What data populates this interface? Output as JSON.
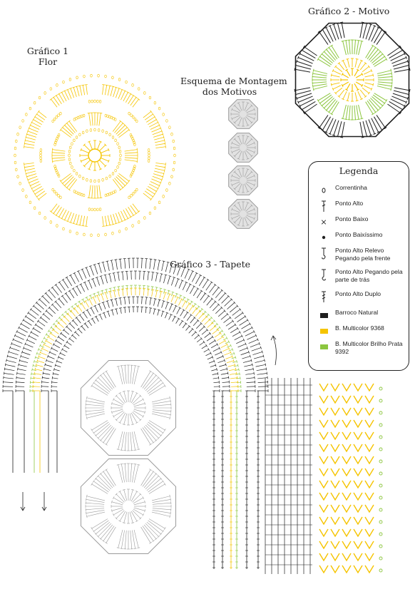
{
  "charts": {
    "flor_title_line1": "Gráfico 1",
    "flor_title_line2": "Flor",
    "motivo_title": "Gráfico 2 - Motivo",
    "esquema_line1": "Esquema de Montagem",
    "esquema_line2": "dos Motivos",
    "tapete_title": "Gráfico 3 - Tapete"
  },
  "legend": {
    "title": "Legenda",
    "items": [
      {
        "label": "Correntinha",
        "icon": "chain-stitch-icon"
      },
      {
        "label": "Ponto Alto",
        "icon": "double-crochet-icon"
      },
      {
        "label": "Ponto Baixo",
        "icon": "single-crochet-icon"
      },
      {
        "label": "Ponto Baixíssimo",
        "icon": "slip-stitch-icon"
      },
      {
        "label": "Ponto Alto Relevo Pegando pela frente",
        "icon": "front-post-icon"
      },
      {
        "label": "Ponto Alto Pegando pela parte de trás",
        "icon": "back-post-icon"
      },
      {
        "label": "Ponto Alto Duplo",
        "icon": "treble-crochet-icon"
      },
      {
        "label": "Barroco Natural",
        "icon": "swatch-black",
        "color": "#1e1e1e"
      },
      {
        "label": "B. Multicolor 9368",
        "icon": "swatch-yellow",
        "color": "#f5c400"
      },
      {
        "label": "B. Multicolor Brilho Prata 9392",
        "icon": "swatch-green",
        "color": "#8cc63f"
      }
    ]
  },
  "colors": {
    "black": "#1e1e1e",
    "yellow": "#f5c400",
    "green": "#8cc63f",
    "gray": "#9a9a9a"
  }
}
